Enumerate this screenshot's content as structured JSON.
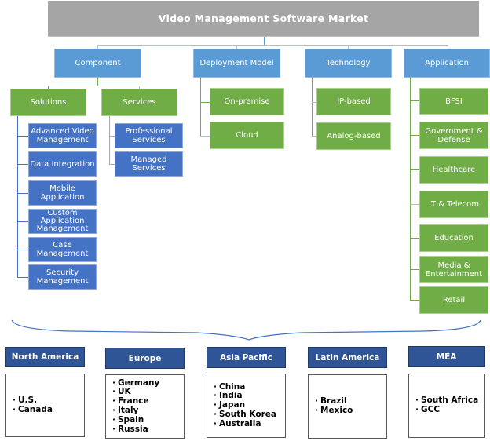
{
  "title": "Video Management Software Market",
  "segments": {
    "component": {
      "label": "Component",
      "solutions": {
        "label": "Solutions",
        "items": [
          "Advanced Video Management",
          "Data Integration",
          "Mobile Application",
          "Custom Application Management",
          "Case Management",
          "Security Management"
        ]
      },
      "services": {
        "label": "Services",
        "items": [
          "Professional Services",
          "Managed Services"
        ]
      }
    },
    "deployment": {
      "label": "Deployment Model",
      "items": [
        "On-premise",
        "Cloud"
      ]
    },
    "technology": {
      "label": "Technology",
      "items": [
        "IP-based",
        "Analog-based"
      ]
    },
    "application": {
      "label": "Application",
      "items": [
        "BFSI",
        "Government & Defense",
        "Healthcare",
        "IT & Telecom",
        "Education",
        "Media & Entertainment",
        "Retail"
      ]
    }
  },
  "regions": [
    {
      "name": "North America",
      "countries": [
        "U.S.",
        "Canada"
      ]
    },
    {
      "name": "Europe",
      "countries": [
        "Germany",
        "UK",
        "France",
        "Italy",
        "Spain",
        "Russia"
      ]
    },
    {
      "name": "Asia Pacific",
      "countries": [
        "China",
        "India",
        "Japan",
        "South Korea",
        "Australia"
      ]
    },
    {
      "name": "Latin America",
      "countries": [
        "Brazil",
        "Mexico"
      ]
    },
    {
      "name": "MEA",
      "countries": [
        "South Africa",
        "GCC"
      ]
    }
  ],
  "colors": {
    "title_bg": "#a5a5a5",
    "level1_bg": "#5b9bd5",
    "green_bg": "#70ad47",
    "blue_bg": "#4472c4",
    "region_header_bg": "#2f5597"
  }
}
